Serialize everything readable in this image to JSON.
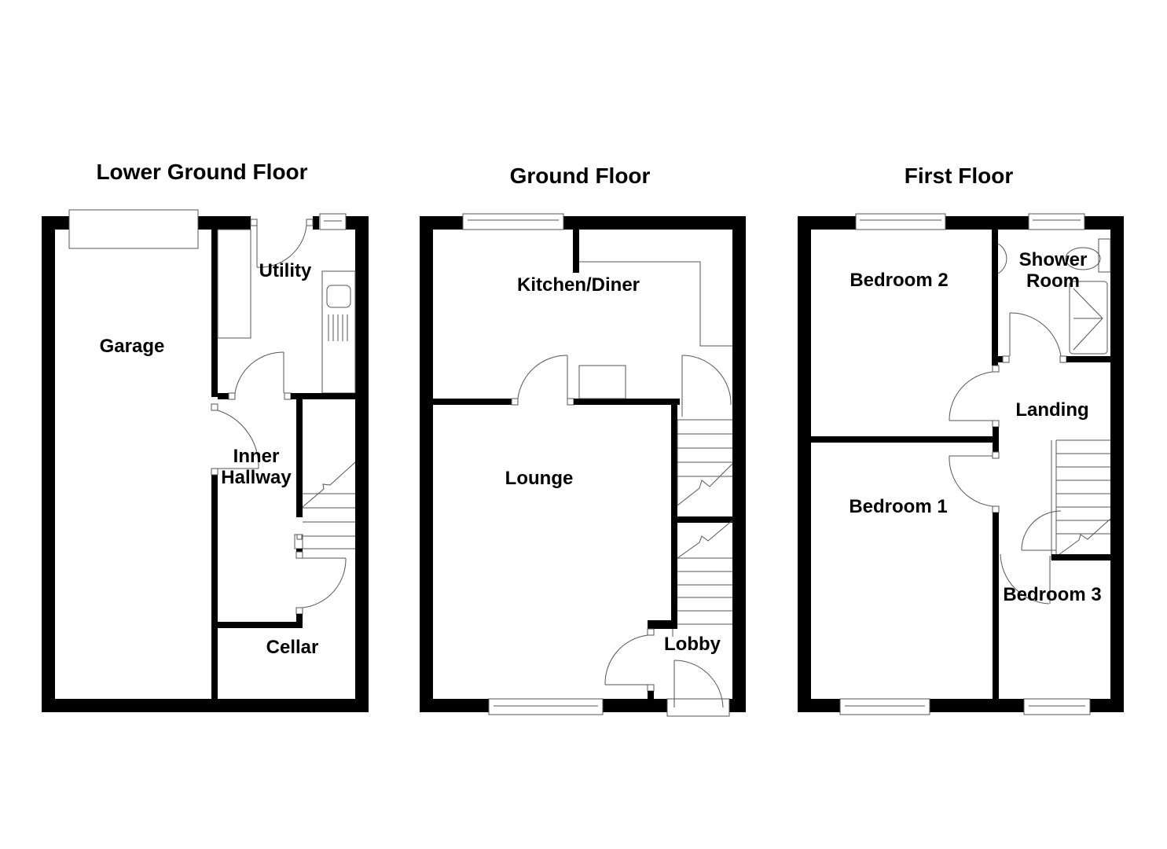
{
  "floors": [
    {
      "title": "Lower Ground Floor",
      "rooms": [
        "Garage",
        "Utility",
        "Inner\nHallway",
        "Cellar"
      ]
    },
    {
      "title": "Ground Floor",
      "rooms": [
        "Kitchen/Diner",
        "Lounge",
        "Lobby"
      ]
    },
    {
      "title": "First Floor",
      "rooms": [
        "Bedroom 2",
        "Shower\nRoom",
        "Landing",
        "Bedroom 1",
        "Bedroom 3"
      ]
    }
  ],
  "colors": {
    "wall": "#000000",
    "fixture_line": "#555555",
    "background": "#ffffff"
  }
}
